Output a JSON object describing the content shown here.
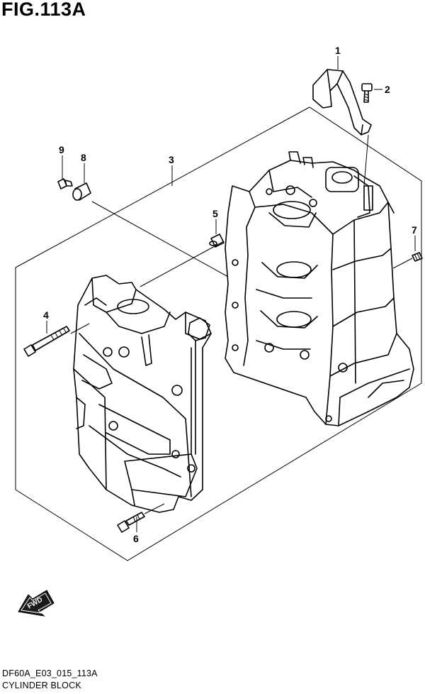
{
  "figure": {
    "title": "FIG.113A",
    "code": "DF60A_E03_015_113A",
    "caption": "CYLINDER BLOCK"
  },
  "direction_arrow": {
    "label": "FWD"
  },
  "callouts": [
    {
      "id": "1",
      "label": "1"
    },
    {
      "id": "2",
      "label": "2"
    },
    {
      "id": "3",
      "label": "3"
    },
    {
      "id": "4",
      "label": "4"
    },
    {
      "id": "5",
      "label": "5"
    },
    {
      "id": "6",
      "label": "6"
    },
    {
      "id": "7",
      "label": "7"
    },
    {
      "id": "8",
      "label": "8"
    },
    {
      "id": "9",
      "label": "9"
    }
  ]
}
